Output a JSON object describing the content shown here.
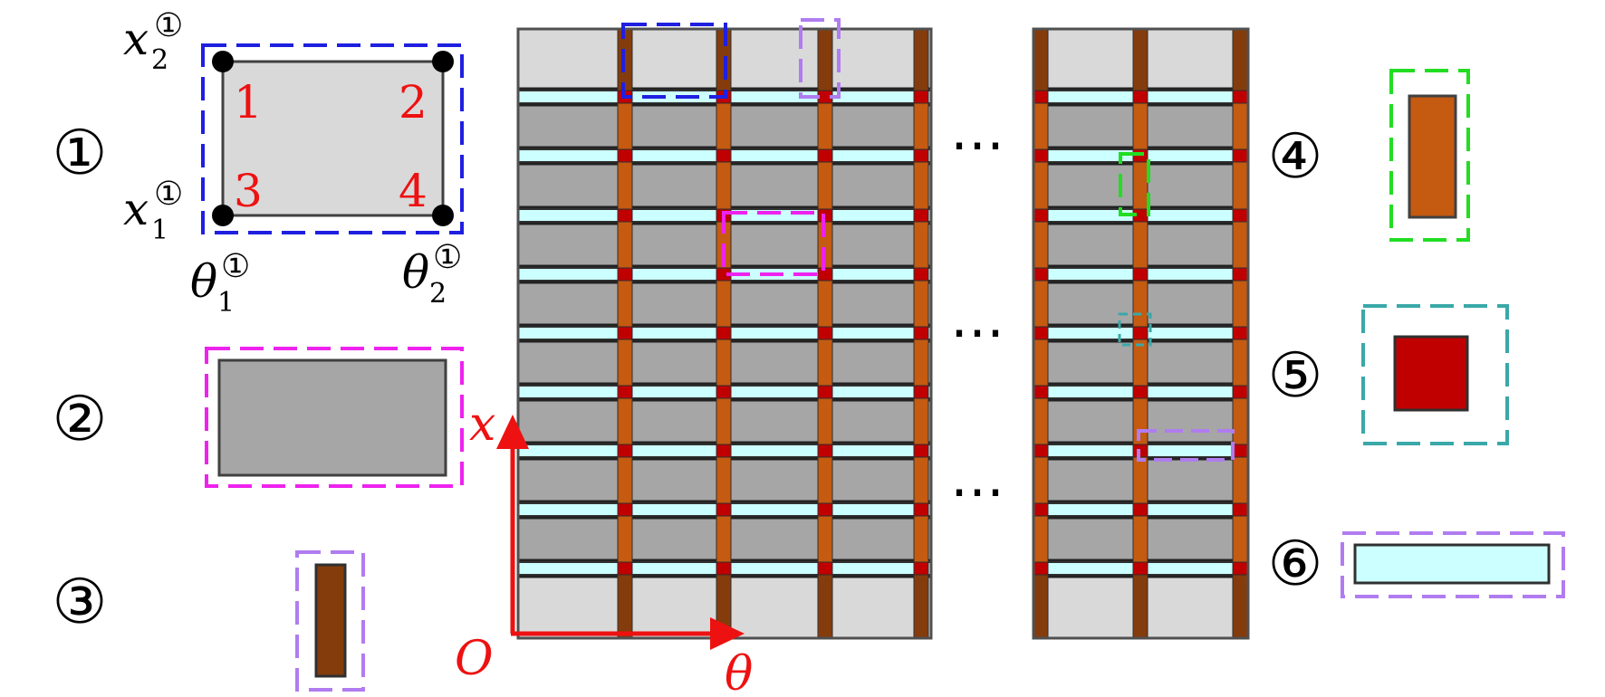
{
  "rows": [
    {
      "id": "r1",
      "marker": "①"
    },
    {
      "id": "r2",
      "marker": "②"
    },
    {
      "id": "r3",
      "marker": "③"
    },
    {
      "id": "r4",
      "marker": "④"
    },
    {
      "id": "r5",
      "marker": "⑤"
    },
    {
      "id": "r6",
      "marker": "⑥"
    }
  ],
  "element1": {
    "corner_numbers": [
      "1",
      "2",
      "3",
      "4"
    ],
    "x2": {
      "base": "x",
      "sub": "2",
      "sup": "①"
    },
    "x1": {
      "base": "x",
      "sub": "1",
      "sup": "①"
    },
    "t1": {
      "base": "θ",
      "sub": "1",
      "sup": "①"
    },
    "t2": {
      "base": "θ",
      "sub": "2",
      "sup": "①"
    }
  },
  "axes": {
    "origin": "O",
    "x_label": "x",
    "theta_label": "θ"
  },
  "ellipsis": "⋯",
  "colors": {
    "light_cell": "#d9d9d9",
    "dark_cell": "#a6a6a6",
    "stringer_orange": "#c55a11",
    "stringer_brown": "#843c0c",
    "rib_cyan": "#ccffff",
    "joint_red": "#c00000",
    "box_blue": "#1f1fe0",
    "box_magenta": "#ee22ee",
    "box_violet": "#b07cf0",
    "box_green": "#22dd22",
    "box_teal": "#3aa8a8",
    "axis_red": "#ee1111"
  }
}
